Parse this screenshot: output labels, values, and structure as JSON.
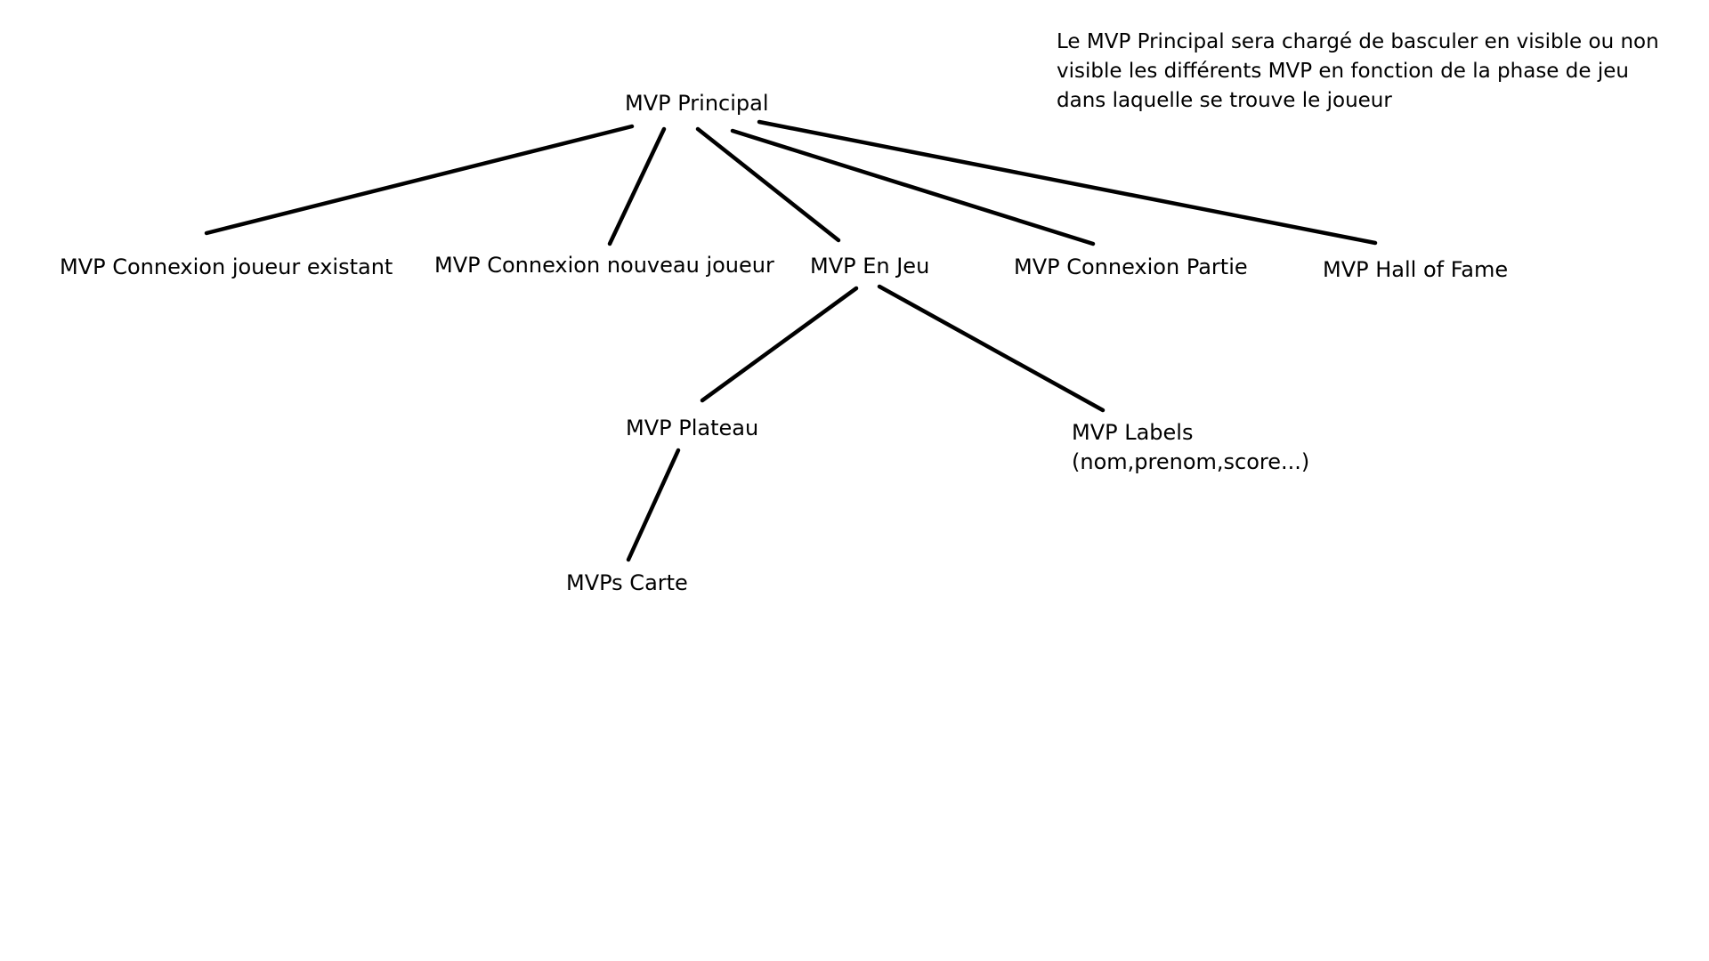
{
  "diagram": {
    "nodes": {
      "root": "MVP Principal",
      "connexion_existant": "MVP Connexion joueur existant",
      "connexion_nouveau": "MVP Connexion nouveau joueur",
      "en_jeu": "MVP En Jeu",
      "connexion_partie": "MVP Connexion Partie",
      "hall_of_fame": "MVP Hall of Fame",
      "plateau": "MVP Plateau",
      "labels": {
        "line1": "MVP Labels",
        "line2": "(nom,prenom,score...)"
      },
      "carte": "MVPs Carte"
    },
    "edges": [
      {
        "from": "root",
        "to": "connexion_existant"
      },
      {
        "from": "root",
        "to": "connexion_nouveau"
      },
      {
        "from": "root",
        "to": "en_jeu"
      },
      {
        "from": "root",
        "to": "connexion_partie"
      },
      {
        "from": "root",
        "to": "hall_of_fame"
      },
      {
        "from": "en_jeu",
        "to": "plateau"
      },
      {
        "from": "en_jeu",
        "to": "labels"
      },
      {
        "from": "plateau",
        "to": "carte"
      }
    ],
    "note": {
      "line1": "Le MVP Principal sera chargé de basculer en visible ou non",
      "line2": "visible les différents MVP en fonction de la phase de jeu",
      "line3": "dans laquelle se trouve le joueur"
    }
  }
}
